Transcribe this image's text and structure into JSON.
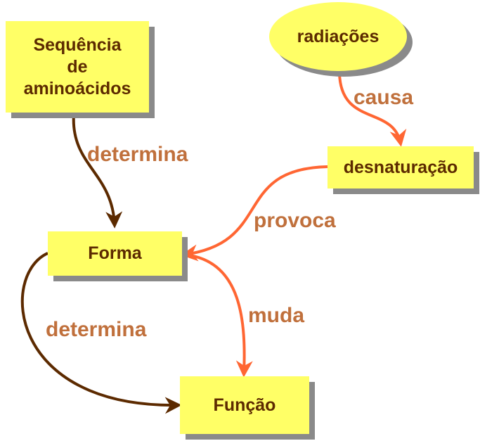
{
  "nodes": {
    "sequencia": [
      "Sequência",
      "de",
      "aminoácidos"
    ],
    "radiacoes": "radiações",
    "desnaturacao": "desnaturação",
    "forma": "Forma",
    "funcao": "Função"
  },
  "links": {
    "seq_forma": "determina",
    "rad_desn": "causa",
    "desn_forma": "provoca",
    "forma_funcao_muda": "muda",
    "forma_funcao_determina": "determina"
  },
  "colors": {
    "node_fill": "#ffff66",
    "node_shadow": "#8a8a8a",
    "node_text": "#5c2a00",
    "label_text": "#c0703c",
    "arrow_brown": "#5c2a00",
    "arrow_orange": "#ff6633"
  }
}
